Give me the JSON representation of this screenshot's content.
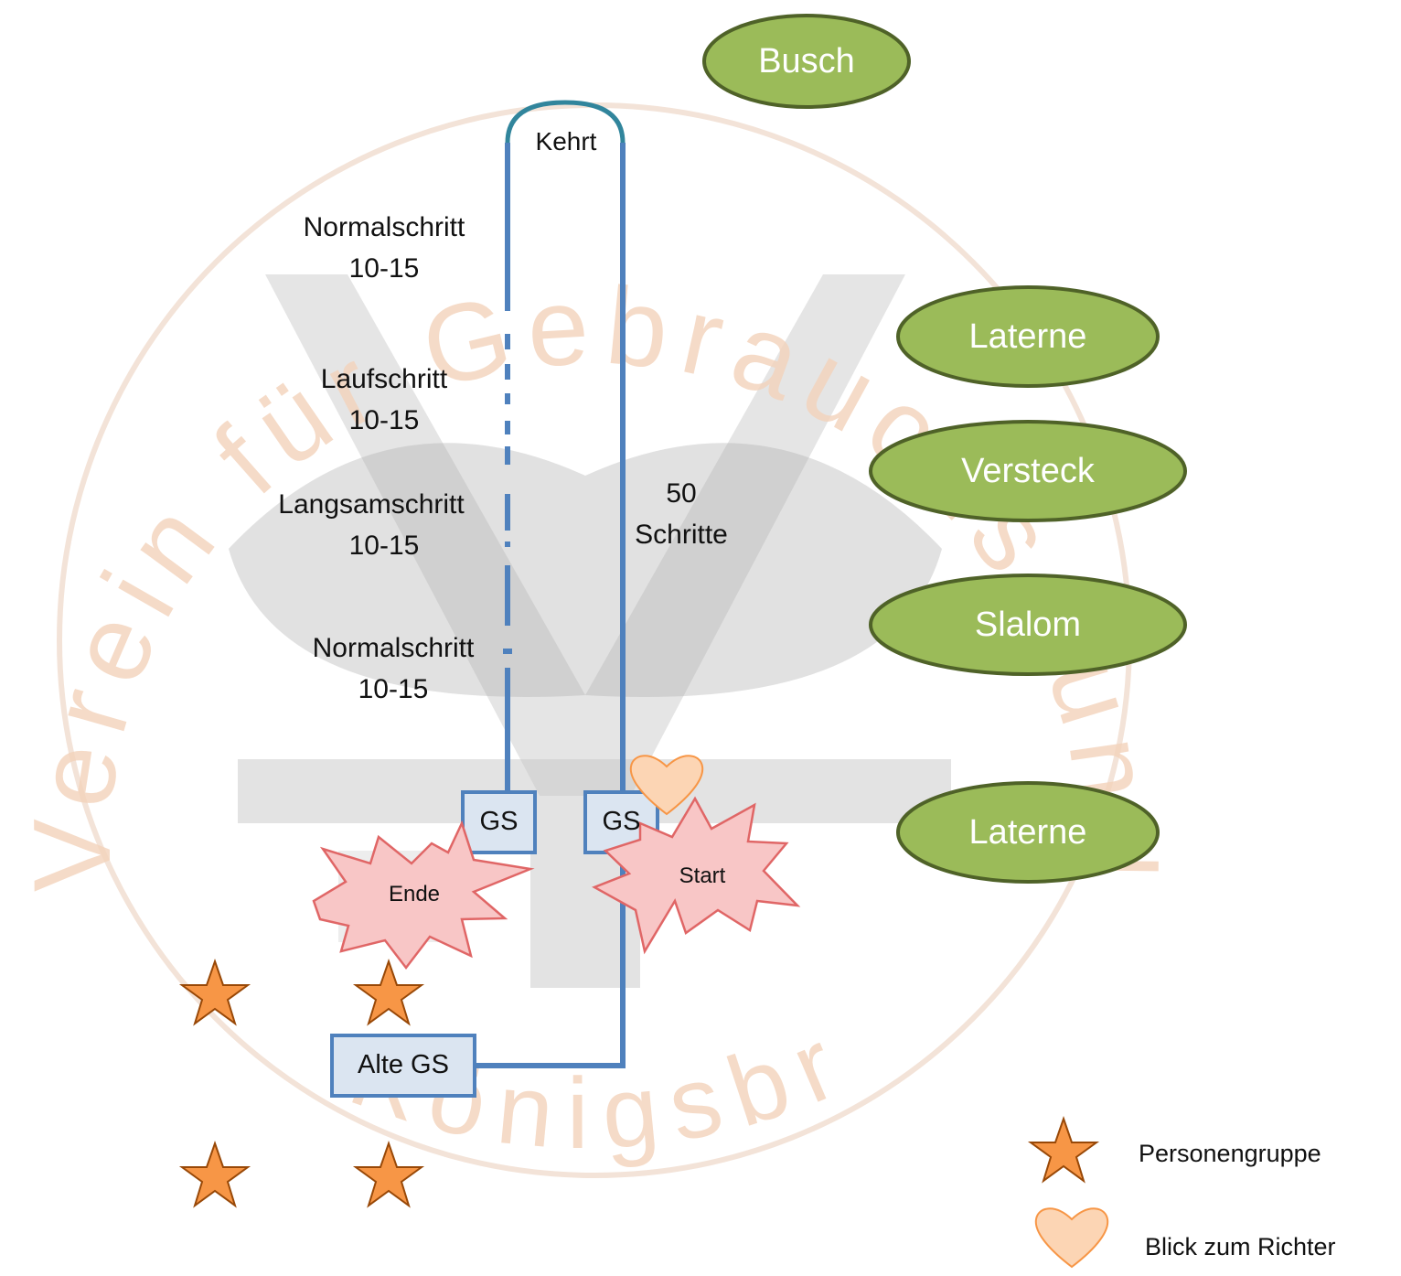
{
  "watermark": {
    "text_upper": "Verein für Gebrauchs- und Schutzhunde",
    "text_lower": "Königsbrunn"
  },
  "stations": {
    "busch": "Busch",
    "laterne_top": "Laterne",
    "versteck": "Versteck",
    "slalom": "Slalom",
    "laterne_bottom": "Laterne"
  },
  "path": {
    "kehrt": "Kehrt",
    "right_count": "50",
    "right_unit": "Schritte",
    "segments": [
      {
        "name": "Normalschritt",
        "count": "10-15"
      },
      {
        "name": "Laufschritt",
        "count": "10-15"
      },
      {
        "name": "Langsamschritt",
        "count": "10-15"
      },
      {
        "name": "Normalschritt",
        "count": "10-15"
      }
    ]
  },
  "boxes": {
    "gs_left": "GS",
    "gs_right": "GS",
    "alte_gs": "Alte GS"
  },
  "bursts": {
    "ende": "Ende",
    "start": "Start"
  },
  "legend": {
    "star": "Personengruppe",
    "heart": "Blick zum Richter"
  },
  "colors": {
    "path_line": "#4f81bd",
    "ellipse_fill": "#9bbb59",
    "ellipse_border": "#4f6228",
    "box_fill": "#dbe5f1",
    "box_border": "#4f81bd",
    "burst_fill": "#f8c6c6",
    "burst_border": "#e06666",
    "star_fill": "#f79646",
    "star_border": "#984807",
    "heart_fill": "#fcd5b4",
    "arc_color": "#31859c",
    "watermark_text": "#f5d9c2",
    "watermark_logo": "#c8c8c8"
  },
  "icons": {
    "star": "star-icon",
    "heart": "heart-icon"
  }
}
